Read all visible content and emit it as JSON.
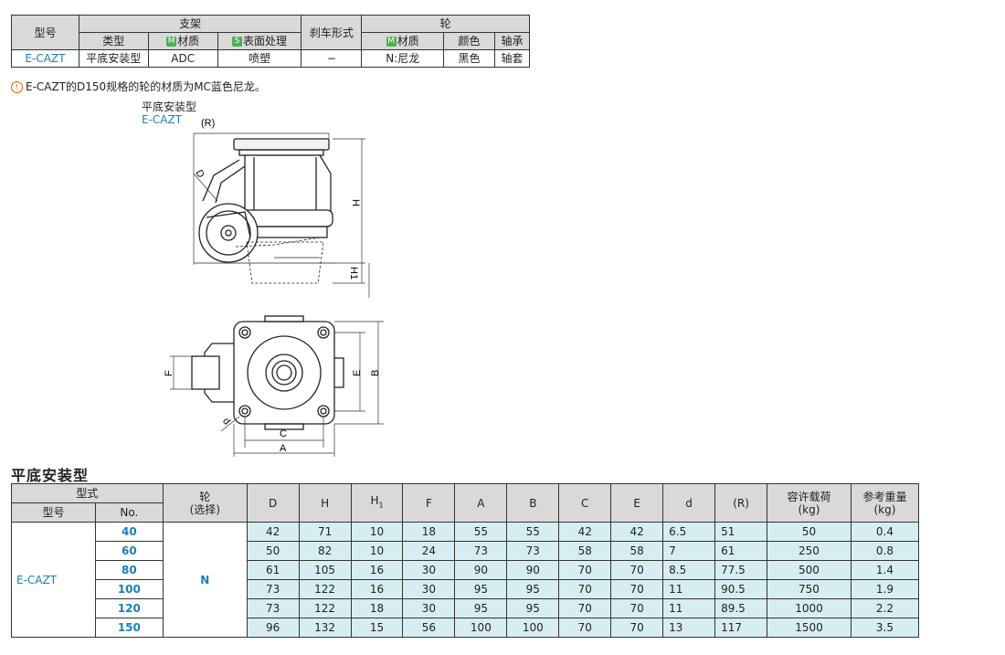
{
  "spec_table": {
    "headers": {
      "model": "型号",
      "bracket": "支架",
      "brake": "刹车形式",
      "wheel": "轮",
      "type": "类型",
      "material": "材质",
      "surface": "表面处理",
      "wheel_material": "材质",
      "color": "颜色",
      "bearing": "轴承",
      "m_badge": "M",
      "s_badge": "S"
    },
    "row": {
      "model": "E-CAZT",
      "type": "平底安装型",
      "material": "ADC",
      "surface": "喷塑",
      "brake": "−",
      "wheel_material": "N:尼龙",
      "color": "黑色",
      "bearing": "轴套"
    }
  },
  "note": {
    "icon": "!",
    "text": "E-CAZT的D150规格的轮的材质为MC蓝色尼龙。"
  },
  "figure": {
    "title": "平底安装型",
    "model": "E-CAZT",
    "labels": {
      "R": "(R)",
      "D": "D",
      "H": "H",
      "H1": "H1",
      "F": "F",
      "E": "E",
      "B": "B",
      "C": "C",
      "A": "A",
      "d": "d"
    }
  },
  "section_title": "平底安装型",
  "dims_table": {
    "headers": {
      "form": "型式",
      "model": "型号",
      "no": "No.",
      "wheel": "轮",
      "wheel_sub": "(选择)",
      "cols": [
        "D",
        "H",
        "H",
        "F",
        "A",
        "B",
        "C",
        "E",
        "d",
        "(R)"
      ],
      "h1_sub": "1",
      "load": "容许载荷",
      "load_unit": "(kg)",
      "weight": "参考重量",
      "weight_unit": "(kg)"
    },
    "model": "E-CAZT",
    "wheel": "N",
    "rows": [
      {
        "no": "40",
        "vals": [
          "42",
          "71",
          "10",
          "18",
          "55",
          "55",
          "42",
          "42",
          "6.5",
          "51",
          "50",
          "0.4"
        ]
      },
      {
        "no": "60",
        "vals": [
          "50",
          "82",
          "10",
          "24",
          "73",
          "73",
          "58",
          "58",
          "7",
          "61",
          "250",
          "0.8"
        ]
      },
      {
        "no": "80",
        "vals": [
          "61",
          "105",
          "16",
          "30",
          "90",
          "90",
          "70",
          "70",
          "8.5",
          "77.5",
          "500",
          "1.4"
        ]
      },
      {
        "no": "100",
        "vals": [
          "73",
          "122",
          "16",
          "30",
          "95",
          "95",
          "70",
          "70",
          "11",
          "90.5",
          "750",
          "1.9"
        ]
      },
      {
        "no": "120",
        "vals": [
          "73",
          "122",
          "18",
          "30",
          "95",
          "95",
          "70",
          "70",
          "11",
          "89.5",
          "1000",
          "2.2"
        ]
      },
      {
        "no": "150",
        "vals": [
          "96",
          "132",
          "15",
          "56",
          "100",
          "100",
          "70",
          "70",
          "13",
          "117",
          "1500",
          "3.5"
        ]
      }
    ]
  }
}
